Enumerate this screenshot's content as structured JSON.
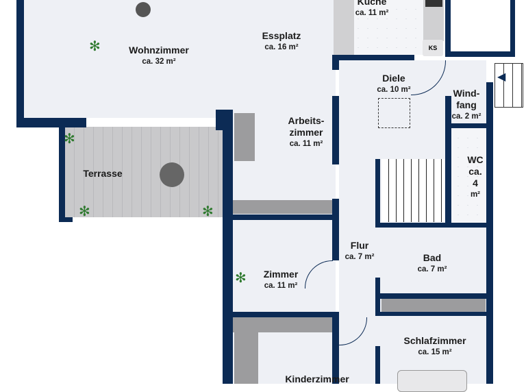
{
  "plan": {
    "wall_color": "#0c2b55",
    "rooms": [
      {
        "name": "Wohnzimmer",
        "area": "ca. 32 m²"
      },
      {
        "name": "Essplatz",
        "area": "ca. 16 m²"
      },
      {
        "name": "Küche",
        "area": "ca. 11 m²"
      },
      {
        "name": "Diele",
        "area": "ca. 10 m²"
      },
      {
        "name": "Wind-",
        "name2": "fang",
        "area": "ca. 2 m²"
      },
      {
        "name": "Arbeits-",
        "name2": "zimmer",
        "area": "ca. 11 m²"
      },
      {
        "name": "Terrasse"
      },
      {
        "name": "WC",
        "name2": "ca.",
        "name3": "4",
        "area": "m²"
      },
      {
        "name": "Flur",
        "area": "ca. 7 m²"
      },
      {
        "name": "Bad",
        "area": "ca. 7 m²"
      },
      {
        "name": "Zimmer",
        "area": "ca. 11 m²"
      },
      {
        "name": "Schlafzimmer",
        "area": "ca. 15 m²"
      },
      {
        "name": "Kinderzimmer"
      }
    ],
    "fridge_label": "KS"
  }
}
